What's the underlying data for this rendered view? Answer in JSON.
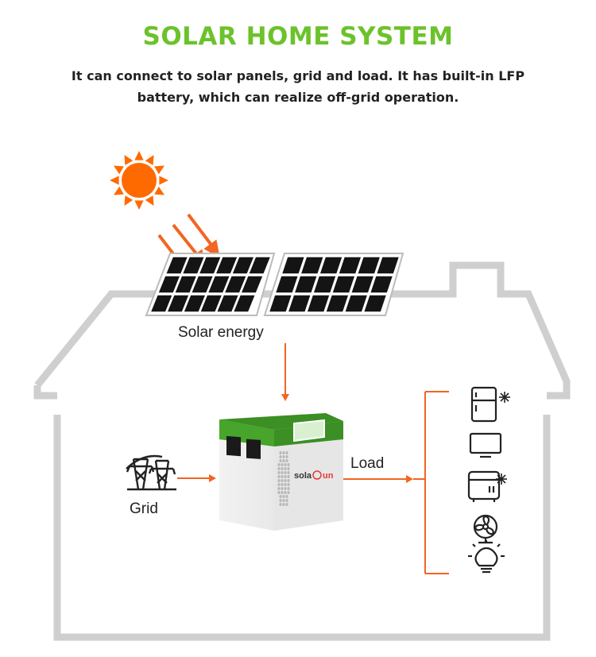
{
  "title": "SOLAR HOME SYSTEM",
  "subtitle": "It can connect to solar panels, grid and load. It has built-in LFP battery, which can realize off-grid operation.",
  "labels": {
    "solar": "Solar energy",
    "grid": "Grid",
    "load": "Load"
  },
  "brand": {
    "left": "sola",
    "right": "un"
  },
  "colors": {
    "title_green": "#6cc22b",
    "arrow_orange": "#f26522",
    "sun_orange": "#ff6a00",
    "house_gray": "#cfcfcf",
    "device_green": "#3b8f24"
  },
  "load_icons": [
    "refrigerator-icon",
    "tv-icon",
    "microwave-icon",
    "fan-icon",
    "light-bulb-icon"
  ]
}
